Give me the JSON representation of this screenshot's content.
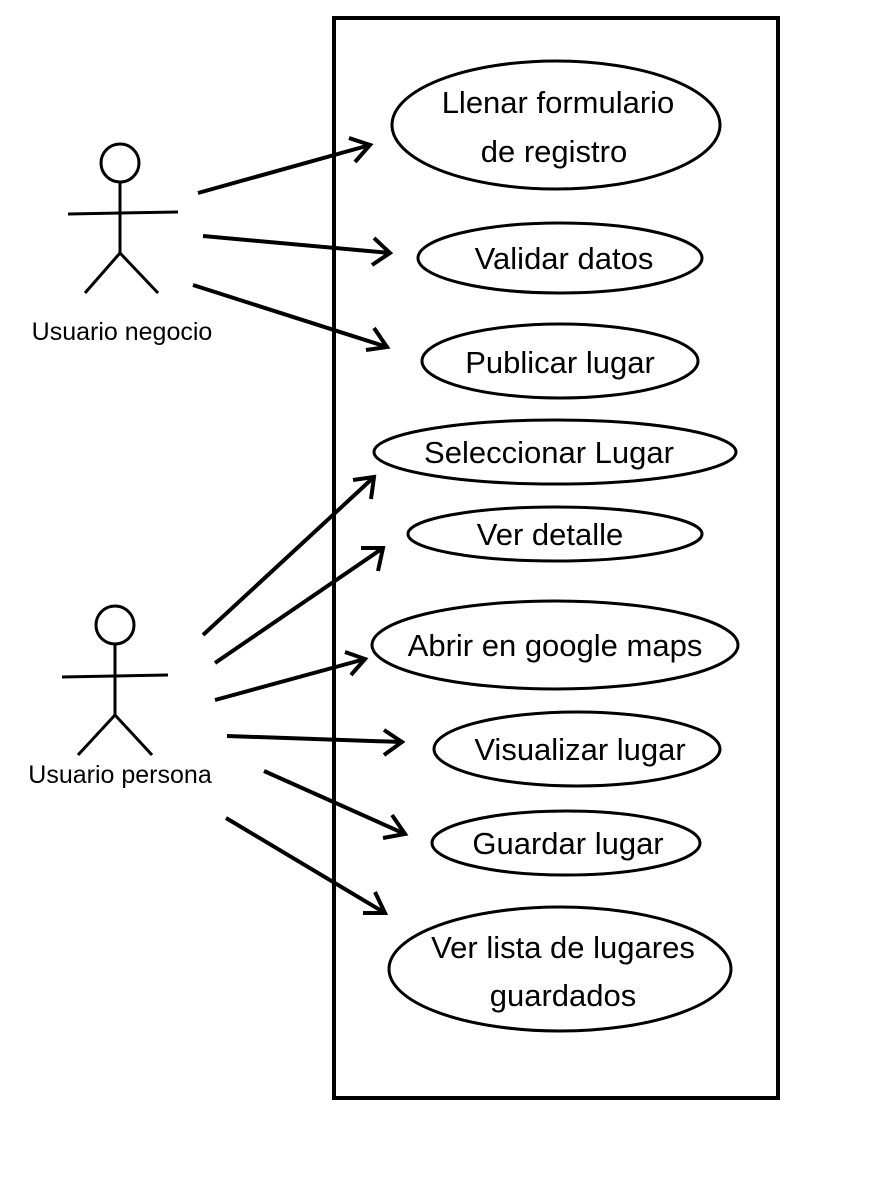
{
  "colors": {
    "stroke": "#000000",
    "background": "#ffffff"
  },
  "actors": [
    {
      "id": "negocio",
      "label": "Usuario negocio"
    },
    {
      "id": "persona",
      "label": "Usuario persona"
    }
  ],
  "use_cases": [
    {
      "id": "llenar",
      "lines": [
        "Llenar formulario",
        "de registro"
      ]
    },
    {
      "id": "validar",
      "lines": [
        "Validar datos"
      ]
    },
    {
      "id": "publicar",
      "lines": [
        "Publicar lugar"
      ]
    },
    {
      "id": "seleccionar",
      "lines": [
        "Seleccionar Lugar"
      ]
    },
    {
      "id": "detalle",
      "lines": [
        "Ver detalle"
      ]
    },
    {
      "id": "maps",
      "lines": [
        "Abrir en google maps"
      ]
    },
    {
      "id": "visualizar",
      "lines": [
        "Visualizar lugar"
      ]
    },
    {
      "id": "guardar",
      "lines": [
        "Guardar lugar"
      ]
    },
    {
      "id": "lista",
      "lines": [
        "Ver lista de lugares",
        "guardados"
      ]
    }
  ],
  "associations": [
    {
      "from": "negocio",
      "to": "llenar"
    },
    {
      "from": "negocio",
      "to": "validar"
    },
    {
      "from": "negocio",
      "to": "publicar"
    },
    {
      "from": "persona",
      "to": "seleccionar"
    },
    {
      "from": "persona",
      "to": "detalle"
    },
    {
      "from": "persona",
      "to": "maps"
    },
    {
      "from": "persona",
      "to": "visualizar"
    },
    {
      "from": "persona",
      "to": "guardar"
    },
    {
      "from": "persona",
      "to": "lista"
    }
  ]
}
